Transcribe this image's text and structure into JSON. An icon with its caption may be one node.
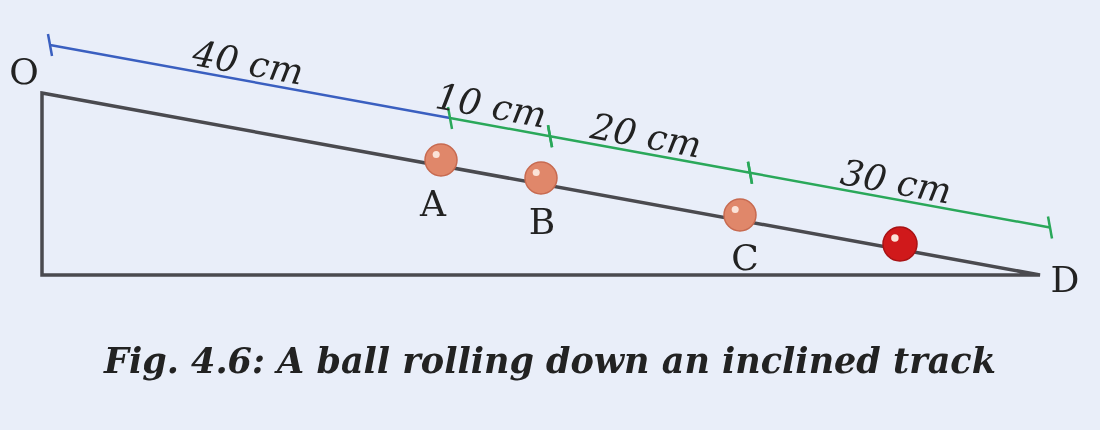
{
  "diagram": {
    "caption": "Fig. 4.6: A ball rolling down an inclined track",
    "labels": [
      "O",
      "40 cm",
      "10 cm",
      "20 cm",
      "30 cm",
      "A",
      "B",
      "C",
      "D"
    ]
  }
}
